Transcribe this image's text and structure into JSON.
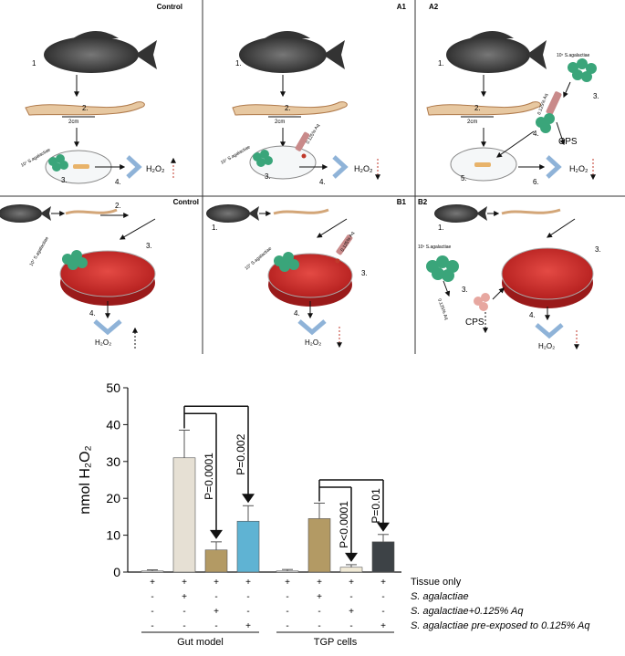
{
  "panels": {
    "top": {
      "left_label": "Control",
      "mid_label": "A1",
      "right_label": "A2"
    },
    "bottom": {
      "left_label": "Control",
      "mid_label": "B1",
      "right_label": "B2"
    },
    "steps": [
      "1",
      "1.",
      "2.",
      "3.",
      "4.",
      "5.",
      "6."
    ],
    "measure": "2cm",
    "bacteria_label": "10⁷ S.agalactiae",
    "aq_label": "0.125% Aq",
    "cps_label": "CPS",
    "h2o2_label": "H₂O₂"
  },
  "chart_data": {
    "type": "bar",
    "ylabel": "nmol H₂O₂",
    "ylim": [
      0,
      50
    ],
    "yticks": [
      0,
      10,
      20,
      30,
      40,
      50
    ],
    "groups": [
      {
        "name": "Gut model",
        "values": [
          0.3,
          31,
          6,
          13.8
        ],
        "errors": [
          0.3,
          7.5,
          2.2,
          4.2
        ],
        "colors": [
          "#ffffff",
          "#e6e0d4",
          "#b39a64",
          "#5fb3d3"
        ]
      },
      {
        "name": "TGP cells",
        "values": [
          0.3,
          14.5,
          1.3,
          8.2
        ],
        "errors": [
          0.4,
          4.2,
          0.7,
          2.0
        ],
        "colors": [
          "#ffffff",
          "#b39a64",
          "#f1ead6",
          "#3d4246"
        ]
      }
    ],
    "pvalues": {
      "gut": [
        "P=0.0001",
        "P=0.002"
      ],
      "tgp": [
        "P<0.0001",
        "P=0.01"
      ]
    },
    "conditions": [
      {
        "label": "Tissue only",
        "signs": [
          "+",
          "+",
          "+",
          "+"
        ]
      },
      {
        "label": "S. agalactiae",
        "signs": [
          "-",
          "+",
          "-",
          "-"
        ]
      },
      {
        "label": "S. agalactiae+0.125% Aq",
        "signs": [
          "-",
          "-",
          "+",
          "-"
        ]
      },
      {
        "label": "S. agalactiae pre-exposed to 0.125% Aq",
        "signs": [
          "-",
          "-",
          "-",
          "+"
        ]
      }
    ]
  }
}
